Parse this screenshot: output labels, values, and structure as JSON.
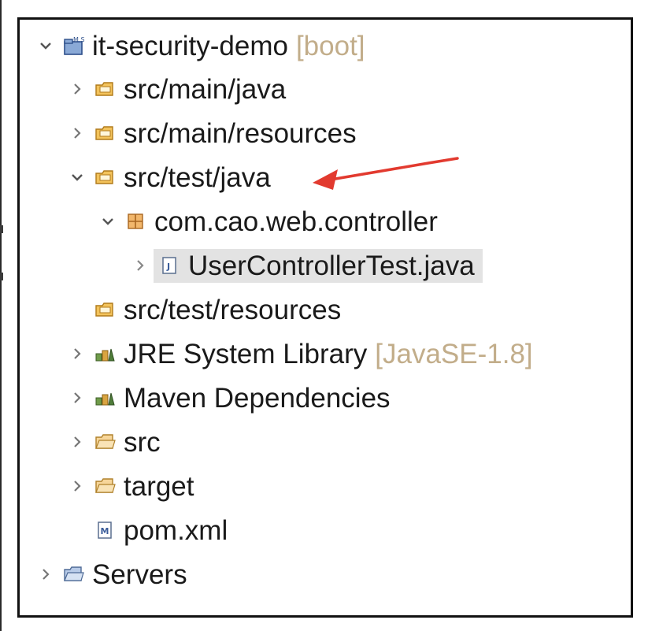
{
  "explorer": {
    "items": [
      {
        "label": "it-security-demo",
        "decoration": "[boot]",
        "toggle": "expanded",
        "icon": "spring-boot-project-icon"
      },
      {
        "label": "src/main/java",
        "toggle": "collapsed",
        "icon": "source-folder-icon"
      },
      {
        "label": "src/main/resources",
        "toggle": "collapsed",
        "icon": "source-folder-icon"
      },
      {
        "label": "src/test/java",
        "toggle": "expanded",
        "icon": "source-folder-icon"
      },
      {
        "label": "com.cao.web.controller",
        "toggle": "expanded",
        "icon": "package-icon"
      },
      {
        "label": "UserControllerTest.java",
        "toggle": "collapsed",
        "icon": "java-file-icon",
        "selected": true
      },
      {
        "label": "src/test/resources",
        "toggle": "none",
        "icon": "source-folder-icon"
      },
      {
        "label": "JRE System Library",
        "decoration": "[JavaSE-1.8]",
        "toggle": "collapsed",
        "icon": "library-icon"
      },
      {
        "label": "Maven Dependencies",
        "toggle": "collapsed",
        "icon": "library-icon"
      },
      {
        "label": "src",
        "toggle": "collapsed",
        "icon": "folder-icon"
      },
      {
        "label": "target",
        "toggle": "collapsed",
        "icon": "folder-icon"
      },
      {
        "label": "pom.xml",
        "toggle": "none",
        "icon": "maven-pom-icon"
      },
      {
        "label": "Servers",
        "toggle": "collapsed",
        "icon": "folder-icon"
      }
    ]
  },
  "annotation": {
    "icon": "red-arrow-icon",
    "color": "#e23a2f"
  },
  "colors": {
    "decoration": "#c2ad8a",
    "selection": "#e3e3e3",
    "source_folder": "#e0a030",
    "library": "#4f7d3a"
  }
}
